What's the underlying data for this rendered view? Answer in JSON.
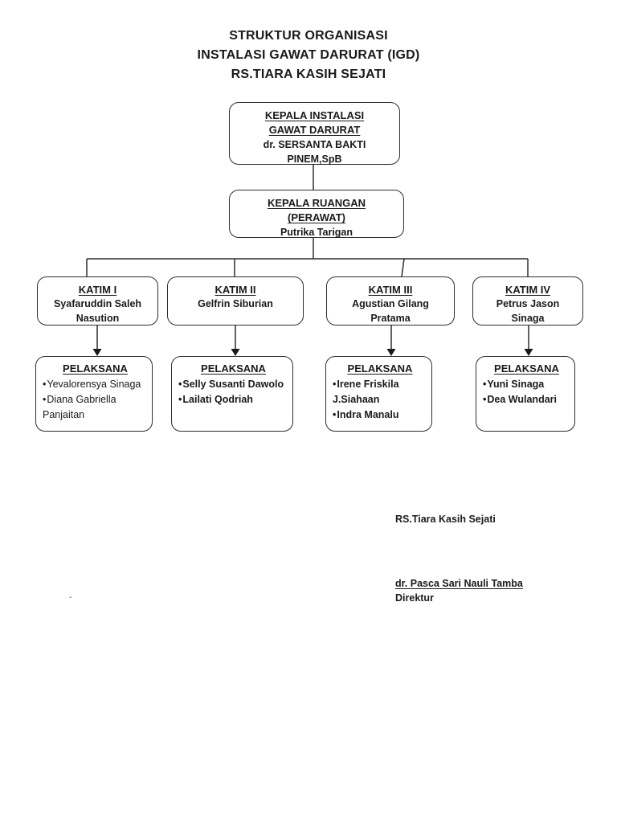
{
  "title": {
    "line1": "STRUKTUR ORGANISASI",
    "line2": "INSTALASI GAWAT DARURAT (IGD)",
    "line3": "RS.TIARA KASIH SEJATI"
  },
  "org": {
    "kepala_instalasi": {
      "role_line1": "KEPALA INSTALASI",
      "role_line2": "GAWAT DARURAT",
      "name": "dr. SERSANTA BAKTI PINEM,SpB"
    },
    "kepala_ruangan": {
      "role_line1": "KEPALA RUANGAN",
      "role_line2": "(PERAWAT)",
      "name": "Putrika Tarigan"
    },
    "teams": [
      {
        "title": "KATIM I",
        "name": "Syafaruddin Saleh Nasution"
      },
      {
        "title": "KATIM II",
        "name": "Gelfrin Siburian"
      },
      {
        "title": "KATIM III",
        "name": "Agustian Gilang Pratama"
      },
      {
        "title": "KATIM IV",
        "name": "Petrus Jason Sinaga"
      }
    ],
    "executors": [
      {
        "title": "PELAKSANA",
        "members": [
          "Yevalorensya Sinaga",
          "Diana Gabriella Panjaitan"
        ]
      },
      {
        "title": "PELAKSANA",
        "members": [
          "Selly Susanti Dawolo",
          "Lailati Qodriah"
        ]
      },
      {
        "title": "PELAKSANA",
        "members": [
          "Irene Friskila J.Siahaan",
          "Indra Manalu"
        ]
      },
      {
        "title": "PELAKSANA",
        "members": [
          "Yuni Sinaga",
          "Dea Wulandari"
        ]
      }
    ]
  },
  "signature": {
    "hospital": "RS.Tiara Kasih Sejati",
    "director_name": "dr. Pasca Sari Nauli Tamba",
    "director_title": "Direktur"
  },
  "glyphs": {
    "bullet": "•"
  },
  "misc": {
    "stray_mark": "-"
  },
  "colors": {
    "line": "#2e2e2e",
    "text": "#1a1a1a",
    "background": "#ffffff"
  }
}
